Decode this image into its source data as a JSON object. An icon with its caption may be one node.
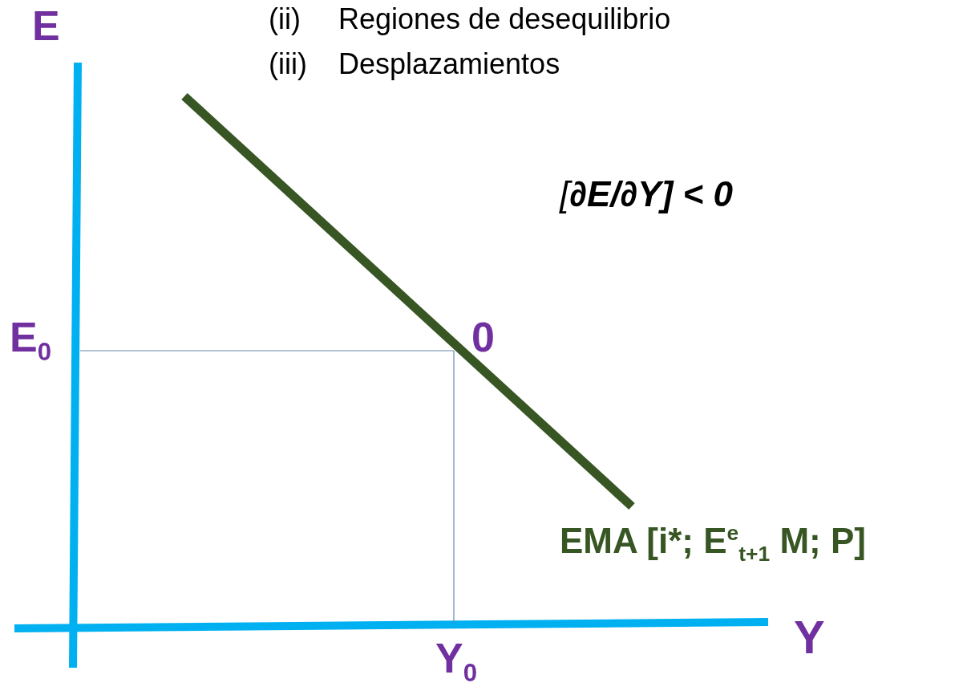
{
  "diagram": {
    "labels": [
      "E",
      "(ii)",
      "Regiones de desequilibrio",
      "(iii)",
      "Desplazamientos",
      "[**∂E/∂Y] < 0**",
      "E$_{0}$",
      "0",
      "EMA [i*; E$^{e}$$_{t+1}$ M; P]",
      "Y",
      "Y$_{0}$"
    ]
  }
}
